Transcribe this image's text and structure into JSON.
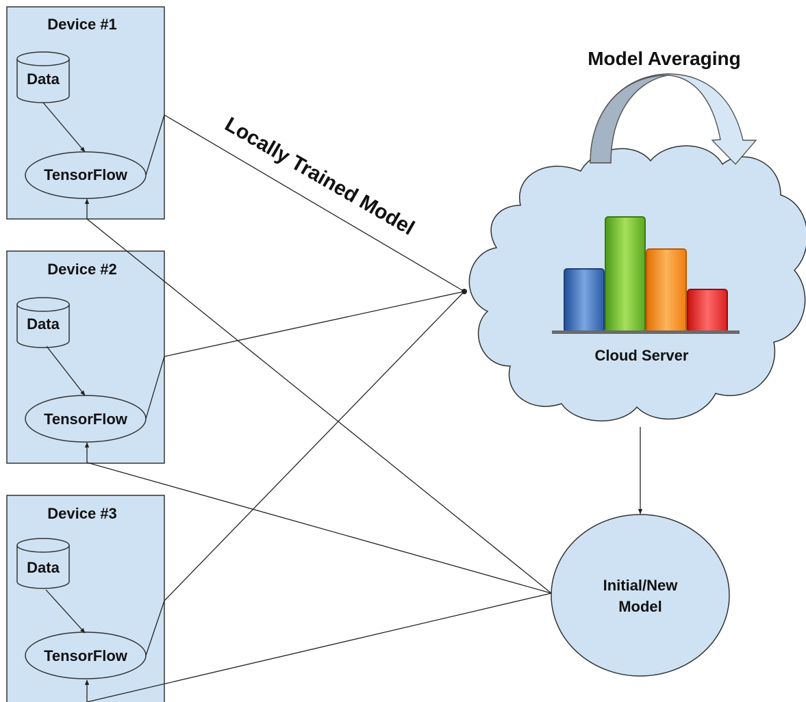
{
  "devices": [
    {
      "title": "Device #1",
      "data_label": "Data",
      "tf_label": "TensorFlow"
    },
    {
      "title": "Device #2",
      "data_label": "Data",
      "tf_label": "TensorFlow"
    },
    {
      "title": "Device #3",
      "data_label": "Data",
      "tf_label": "TensorFlow"
    }
  ],
  "locally_trained_label": "Locally Trained Model",
  "model_averaging_label": "Model Averaging",
  "cloud_server_label": "Cloud Server",
  "initial_model_label": [
    "Initial/New",
    "Model"
  ],
  "colors": {
    "box_fill": "#cfe2f3",
    "stroke": "#333333",
    "bar_blue": "#3c78d8",
    "bar_green": "#6aa84f",
    "bar_orange": "#e69138",
    "bar_red": "#cc0000",
    "curved_arrow_left": "#a4b4c4",
    "curved_arrow_right": "#d6e6f4"
  }
}
